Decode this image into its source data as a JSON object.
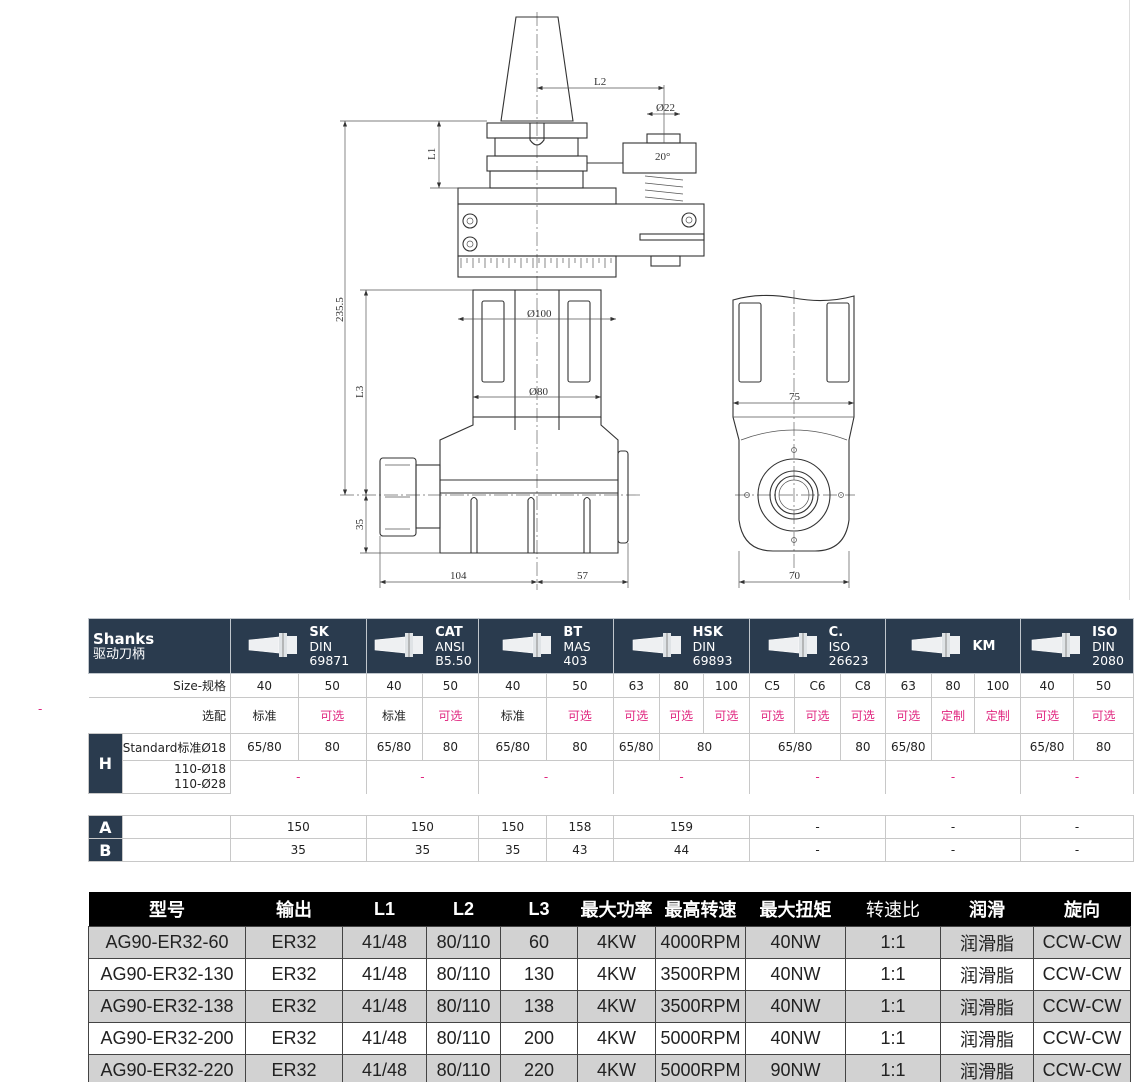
{
  "drawing": {
    "labels": {
      "l1": "L1",
      "l2": "L2",
      "l3": "L3",
      "d22": "Ø22",
      "angle": "20°",
      "total": "235.5",
      "d100": "Ø100",
      "d80": "Ø80",
      "h35": "35",
      "w104": "104",
      "w57": "57",
      "w75": "75",
      "w70": "70"
    }
  },
  "stray_mark": "-",
  "colors": {
    "header_navy": "#2a3b4e",
    "accent_pink": "#e0267f",
    "row_gray": "#d2d2d2"
  },
  "shanks": {
    "title": "Shanks",
    "subtitle": "驱动刀柄",
    "groups": [
      {
        "name": "SK",
        "line2": "DIN",
        "line3": "69871",
        "icon": "sk-shank-icon",
        "sizes": [
          "40",
          "50"
        ],
        "options": [
          "标准",
          "可选"
        ],
        "alt": "-"
      },
      {
        "name": "CAT",
        "line2": "ANSI",
        "line3": "B5.50",
        "icon": "cat-shank-icon",
        "sizes": [
          "40",
          "50"
        ],
        "options": [
          "标准",
          "可选"
        ],
        "alt": "-"
      },
      {
        "name": "BT",
        "line2": "MAS",
        "line3": "403",
        "icon": "bt-shank-icon",
        "sizes": [
          "40",
          "50"
        ],
        "options": [
          "标准",
          "可选"
        ],
        "alt": "-"
      },
      {
        "name": "HSK",
        "line2": "DIN",
        "line3": "69893",
        "icon": "hsk-shank-icon",
        "sizes": [
          "63",
          "80",
          "100"
        ],
        "options": [
          "可选",
          "可选",
          "可选"
        ],
        "alt": "-"
      },
      {
        "name": "C.",
        "line2": "ISO",
        "line3": "26623",
        "icon": "capto-shank-icon",
        "sizes": [
          "C5",
          "C6",
          "C8"
        ],
        "options": [
          "可选",
          "可选",
          "可选"
        ],
        "alt": "-"
      },
      {
        "name": "KM",
        "line2": "",
        "line3": "",
        "icon": "km-shank-icon",
        "sizes": [
          "63",
          "80",
          "100"
        ],
        "options": [
          "可选",
          "定制",
          "定制"
        ],
        "alt": "-"
      },
      {
        "name": "ISO",
        "line2": "DIN",
        "line3": "2080",
        "icon": "iso-shank-icon",
        "sizes": [
          "40",
          "50"
        ],
        "options": [
          "可选",
          "可选"
        ],
        "alt": "-"
      }
    ],
    "size_label": "Size-规格",
    "option_label": "选配",
    "standard_option": "标准",
    "h_label": "H",
    "standard_label": "Standard标准Ø18",
    "standard_cells": [
      {
        "text": "65/80",
        "span": 1
      },
      {
        "text": "80",
        "span": 1
      },
      {
        "text": "65/80",
        "span": 1
      },
      {
        "text": "80",
        "span": 1
      },
      {
        "text": "65/80",
        "span": 1
      },
      {
        "text": "80",
        "span": 1
      },
      {
        "text": "65/80",
        "span": 1
      },
      {
        "text": "80",
        "span": 2
      },
      {
        "text": "65/80",
        "span": 2
      },
      {
        "text": "80",
        "span": 1
      },
      {
        "text": "65/80",
        "span": 1
      },
      {
        "text": "",
        "span": 2
      },
      {
        "text": "65/80",
        "span": 1
      },
      {
        "text": "80",
        "span": 1
      }
    ],
    "alt_labels": [
      "110-Ø18",
      "110-Ø28"
    ],
    "a_label": "A",
    "a_cells": [
      {
        "text": "150",
        "span": 2
      },
      {
        "text": "150",
        "span": 2
      },
      {
        "text": "150",
        "span": 1
      },
      {
        "text": "158",
        "span": 1
      },
      {
        "text": "159",
        "span": 3
      },
      {
        "text": "-",
        "span": 3
      },
      {
        "text": "-",
        "span": 3
      },
      {
        "text": "-",
        "span": 2
      }
    ],
    "b_label": "B",
    "b_cells": [
      {
        "text": "35",
        "span": 2
      },
      {
        "text": "35",
        "span": 2
      },
      {
        "text": "35",
        "span": 1
      },
      {
        "text": "43",
        "span": 1
      },
      {
        "text": "44",
        "span": 3
      },
      {
        "text": "-",
        "span": 3
      },
      {
        "text": "-",
        "span": 3
      },
      {
        "text": "-",
        "span": 2
      }
    ]
  },
  "models": {
    "headers": [
      "型号",
      "输出",
      "L1",
      "L2",
      "L3",
      "最大功率",
      "最高转速",
      "最大扭矩",
      "转速比",
      "润滑",
      "旋向"
    ],
    "rows": [
      [
        "AG90-ER32-60",
        "ER32",
        "41/48",
        "80/110",
        "60",
        "4KW",
        "4000RPM",
        "40NW",
        "1:1",
        "润滑脂",
        "CCW-CW"
      ],
      [
        "AG90-ER32-130",
        "ER32",
        "41/48",
        "80/110",
        "130",
        "4KW",
        "3500RPM",
        "40NW",
        "1:1",
        "润滑脂",
        "CCW-CW"
      ],
      [
        "AG90-ER32-138",
        "ER32",
        "41/48",
        "80/110",
        "138",
        "4KW",
        "3500RPM",
        "40NW",
        "1:1",
        "润滑脂",
        "CCW-CW"
      ],
      [
        "AG90-ER32-200",
        "ER32",
        "41/48",
        "80/110",
        "200",
        "4KW",
        "5000RPM",
        "40NW",
        "1:1",
        "润滑脂",
        "CCW-CW"
      ],
      [
        "AG90-ER32-220",
        "ER32",
        "41/48",
        "80/110",
        "220",
        "4KW",
        "5000RPM",
        "90NW",
        "1:1",
        "润滑脂",
        "CCW-CW"
      ]
    ]
  }
}
